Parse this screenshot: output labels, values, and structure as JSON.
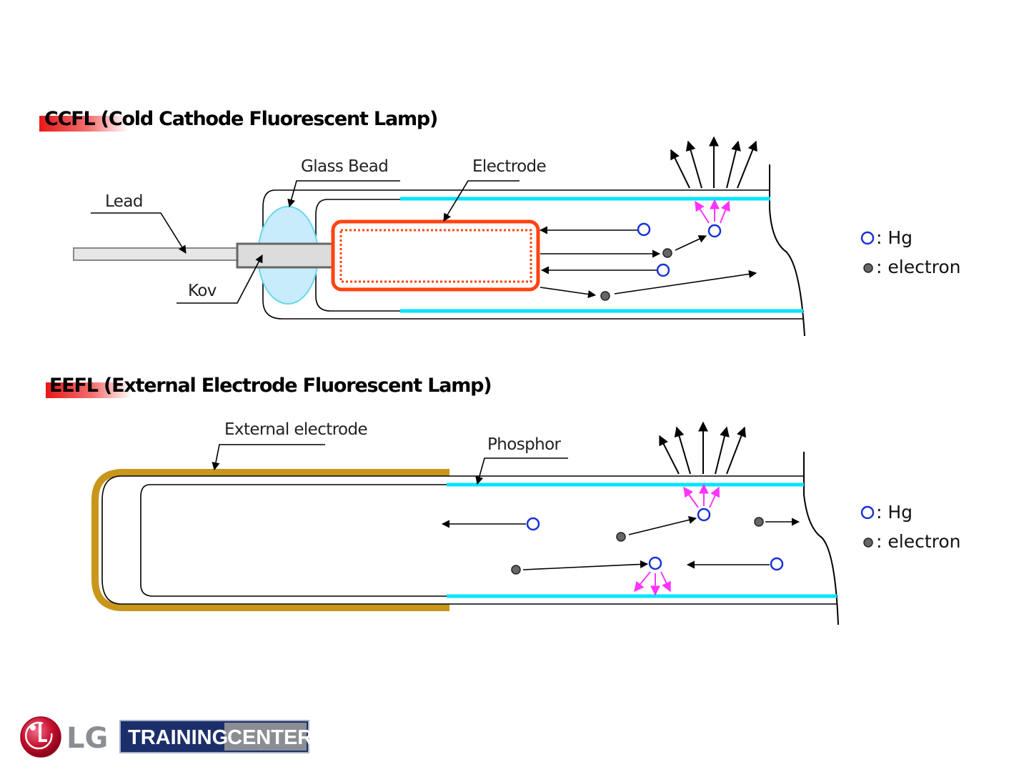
{
  "ccfl": {
    "title_code": "CCFL",
    "title_rest": " (Cold Cathode Fluorescent Lamp)",
    "labels": {
      "lead": "Lead",
      "glass_bead": "Glass Bead",
      "electrode": "Electrode",
      "kov": "Kov"
    }
  },
  "eefl": {
    "title_code": "EEFL",
    "title_rest": " (External Electrode Fluorescent Lamp)",
    "labels": {
      "external_electrode": "External electrode",
      "phosphor": "Phosphor"
    }
  },
  "legend": {
    "hg": ": Hg",
    "electron": ": electron"
  },
  "logo": {
    "brand": "LG",
    "training": "TRAINING",
    "center": "CENTER"
  },
  "colors": {
    "phosphor": "#00e5ff",
    "electrode": "#ff4410",
    "glass_bead": "#c8ecfb",
    "external_electrode": "#c8961a",
    "hg": "#1a33d6",
    "electron": "#666666",
    "uv_arrow": "#ff33ff",
    "title_highlight": "#e82020",
    "logo_red": "#c8102e",
    "logo_navy": "#1b2f6b"
  }
}
